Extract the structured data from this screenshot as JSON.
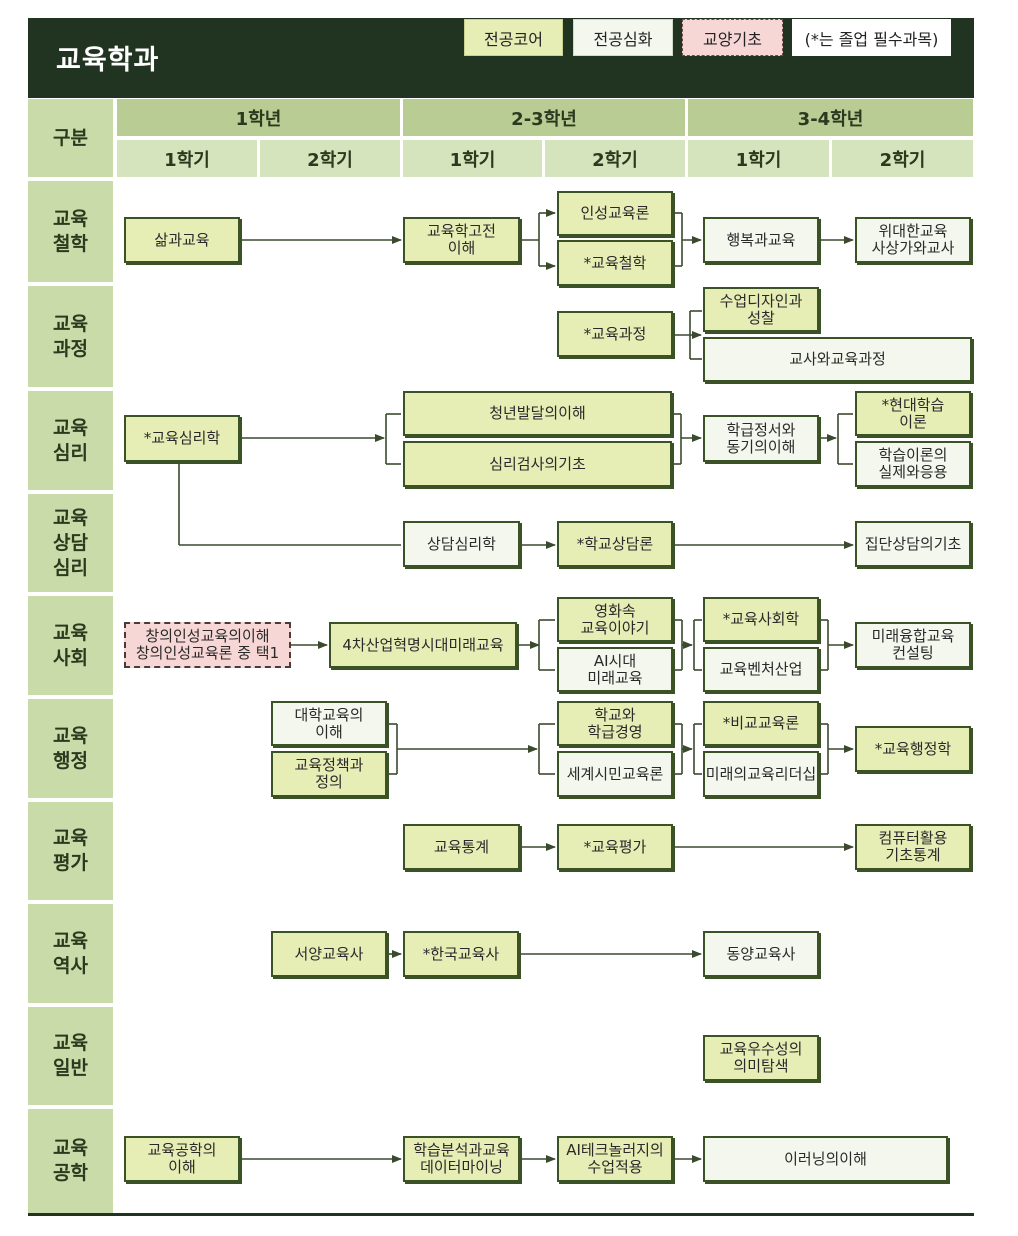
{
  "title": "교육학과",
  "legend": {
    "core": "전공코어",
    "deep": "전공심화",
    "base": "교양기초",
    "note": "(*는 졸업 필수과목)"
  },
  "header": {
    "gubun": "구분",
    "years": [
      "1학년",
      "2-3학년",
      "3-4학년"
    ],
    "semesters": [
      "1학기",
      "2학기",
      "1학기",
      "2학기",
      "1학기",
      "2학기"
    ]
  },
  "rows": {
    "r1": "교육\n철학",
    "r2": "교육\n과정",
    "r3": "교육\n심리",
    "r4": "교육\n상담\n심리",
    "r5": "교육\n사회",
    "r6": "교육\n행정",
    "r7": "교육\n평가",
    "r8": "교육\n역사",
    "r9": "교육\n일반",
    "r10": "교육\n공학"
  },
  "courses": {
    "n1": "삶과교육",
    "n2": "교육학고전\n이해",
    "n3": "인성교육론",
    "n4": "*교육철학",
    "n5": "행복과교육",
    "n6": "위대한교육\n사상가와교사",
    "n7": "*교육과정",
    "n8": "수업디자인과\n성찰",
    "n9": "교사와교육과정",
    "n10": "*교육심리학",
    "n11": "청년발달의이해",
    "n12": "심리검사의기초",
    "n13": "학급정서와\n동기의이해",
    "n14": "*현대학습\n이론",
    "n15": "학습이론의\n실제와응용",
    "n16": "상담심리학",
    "n17": "*학교상담론",
    "n18": "집단상담의기초",
    "n19": "창의인성교육의이해\n창의인성교육론 중 택1",
    "n20": "4차산업혁명시대미래교육",
    "n21": "영화속\n교육이야기",
    "n22": "AI시대\n미래교육",
    "n23": "*교육사회학",
    "n24": "교육벤처산업",
    "n25": "미래융합교육\n컨설팅",
    "n26": "대학교육의\n이해",
    "n27": "교육정책과\n정의",
    "n28": "학교와\n학급경영",
    "n29": "세계시민교육론",
    "n30": "*비교교육론",
    "n31": "미래의교육리더십",
    "n32": "*교육행정학",
    "n33": "교육통계",
    "n34": "*교육평가",
    "n35": "컴퓨터활용\n기초통계",
    "n36": "서양교육사",
    "n37": "*한국교육사",
    "n38": "동양교육사",
    "n39": "교육우수성의\n의미탐색",
    "n40": "교육공학의\n이해",
    "n41": "학습분석과교육\n데이터마이닝",
    "n42": "AI테크놀러지의\n수업적용",
    "n43": "이러닝의이해"
  },
  "colors": {
    "header_bg": "#213421",
    "core": "#e6edb5",
    "deep": "#f3f7ee",
    "base": "#f7d7d5",
    "row_label": "#c9dba8",
    "year_header": "#b8cc93",
    "semester_header": "#d6e4bd",
    "line": "#3a4a2e"
  }
}
